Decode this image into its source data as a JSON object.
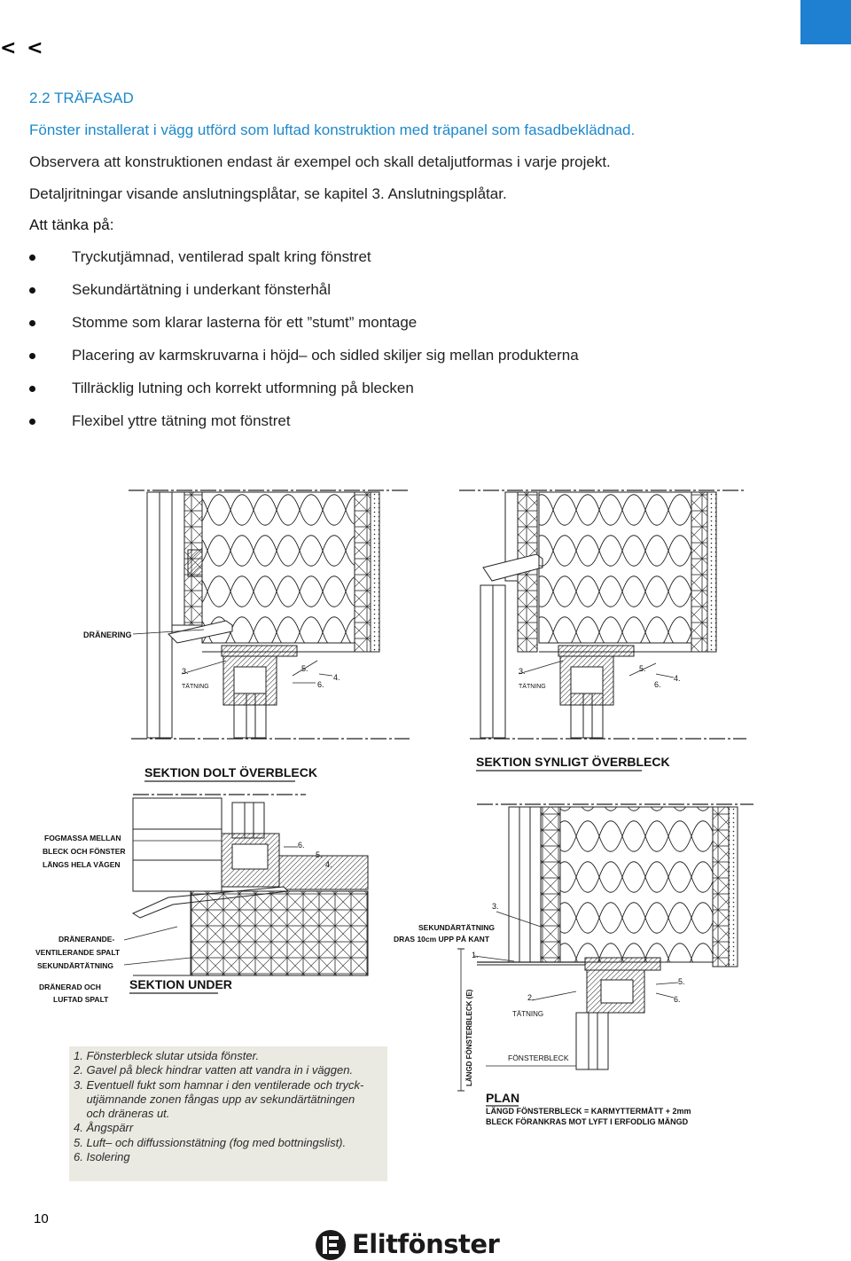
{
  "nav": {
    "back_label": "< <"
  },
  "section": {
    "title": "2.2 TRÄFASAD",
    "subtitle": "Fönster installerat i vägg utförd som luftad konstruktion med träpanel som fasadbeklädnad.",
    "note1": "Observera att konstruktionen endast är exempel och skall detaljutformas i varje projekt.",
    "note2": "Detaljritningar visande anslutningsplåtar, se kapitel 3. Anslutningsplåtar.",
    "consider_heading": "Att tänka på:",
    "bullets": [
      "Tryckutjämnad, ventilerad spalt kring fönstret",
      "Sekundärtätning i underkant fönsterhål",
      "Stomme som klarar lasterna för ett ”stumt” montage",
      "Placering av karmskruvarna i höjd– och sidled skiljer sig mellan produkterna",
      "Tillräcklig lutning och korrekt utformning på blecken",
      "Flexibel yttre tätning mot fönstret"
    ]
  },
  "drawings": {
    "top_left": {
      "caption": "SEKTION DOLT ÖVERBLECK",
      "labels": {
        "dranering": "DRÄNERING",
        "n3": "3.",
        "tatning": "TÄTNING",
        "n5": "5.",
        "n6": "6.",
        "n4": "4."
      }
    },
    "top_right": {
      "caption": "SEKTION SYNLIGT ÖVERBLECK",
      "labels": {
        "n3": "3.",
        "tatning": "TÄTNING",
        "n5": "5.",
        "n6": "6.",
        "n4": "4."
      }
    },
    "bottom_left": {
      "caption": "SEKTION UNDER",
      "labels": {
        "fogmassa1": "FOGMASSA MELLAN",
        "fogmassa2": "BLECK OCH FÖNSTER",
        "fogmassa3": "LÄNGS HELA VÄGEN",
        "n6": "6.",
        "n5": "5.",
        "n4": "4.",
        "dranerande1": "DRÄNERANDE-",
        "dranerande2": "VENTILERANDE SPALT",
        "sekundar": "SEKUNDÄRTÄTNING",
        "dranerad1": "DRÄNERAD OCH",
        "dranerad2": "LUFTAD SPALT"
      }
    },
    "bottom_right": {
      "caption": "PLAN",
      "labels": {
        "n3": "3.",
        "sek1": "SEKUNDÄRTÄTNING",
        "sek2": "DRAS 10cm UPP PÅ KANT",
        "n1": "1.",
        "n5": "5.",
        "n6": "6.",
        "n2": "2.",
        "tatning": "TÄTNING",
        "fonsterbleck": "FÖNSTERBLECK",
        "langd_vertical": "LÄNGD FÖNSTERBLECK (E)",
        "plan1": "LÄNGD FÖNSTERBLECK = KARMYTTERMÅTT + 2mm",
        "plan2": "BLECK FÖRANKRAS MOT LYFT I ERFODLIG MÄNGD"
      }
    }
  },
  "legend": [
    "1. Fönsterbleck slutar utsida fönster.",
    "2. Gavel på bleck hindrar vatten att vandra in i väggen.",
    "3. Eventuell fukt som hamnar i den ventilerade och tryck-",
    "    utjämnande zonen fångas upp av sekundärtätningen",
    "    och dräneras ut.",
    "4. Ångspärr",
    "5. Luft– och diffussionstätning (fog med bottningslist).",
    "6. Isolering"
  ],
  "footer": {
    "page_number": "10",
    "brand": "Elitfönster"
  },
  "colors": {
    "accent_blue": "#1c89cc",
    "corner_blue": "#1f7fd1",
    "legend_bg": "#eae9e2"
  }
}
